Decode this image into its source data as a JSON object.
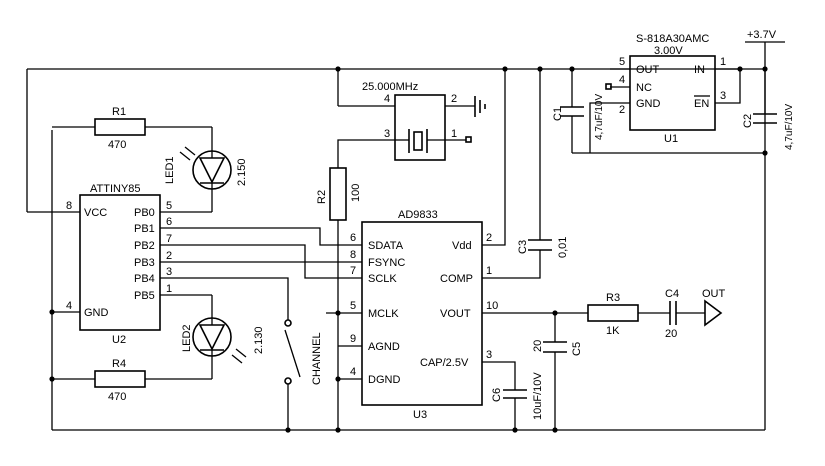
{
  "supply": {
    "vplus": "+3.7V"
  },
  "u1": {
    "part": "S-818A30AMC",
    "voltage": "3.00V",
    "ref": "U1",
    "pins": {
      "out": "OUT",
      "nc": "NC",
      "gnd": "GND",
      "in": "IN",
      "en": "EN"
    },
    "pin_nums": {
      "out": "5",
      "nc": "4",
      "gnd": "2",
      "in": "1",
      "en": "3"
    }
  },
  "crystal": {
    "freq": "25.000MHz",
    "pin4": "4",
    "pin2": "2",
    "pin3": "3",
    "pin1": "1"
  },
  "attiny": {
    "part": "ATTINY85",
    "ref": "U2",
    "pins": [
      "VCC",
      "GND",
      "PB0",
      "PB1",
      "PB2",
      "PB3",
      "PB4",
      "PB5"
    ],
    "pin_nums": {
      "vcc": "8",
      "gnd": "4",
      "pb0": "5",
      "pb1": "6",
      "pb2": "7",
      "pb3": "2",
      "pb4": "3",
      "pb5": "1"
    }
  },
  "ad": {
    "part": "AD9833",
    "ref": "U3",
    "pins": {
      "sdata": "SDATA",
      "fsync": "FSYNC",
      "sclk": "SCLK",
      "mclk": "MCLK",
      "agnd": "AGND",
      "dgnd": "DGND",
      "vdd": "Vdd",
      "comp": "COMP",
      "vout": "VOUT",
      "cap": "CAP/2.5V"
    },
    "pin_nums": {
      "sdata": "6",
      "fsync": "8",
      "sclk": "7",
      "mclk": "5",
      "agnd": "9",
      "dgnd": "4",
      "vdd": "2",
      "comp": "1",
      "vout": "10",
      "cap": "3"
    }
  },
  "parts": {
    "r1": {
      "ref": "R1",
      "val": "470"
    },
    "r2": {
      "ref": "R2",
      "val": "100"
    },
    "r3": {
      "ref": "R3",
      "val": "1K"
    },
    "r4": {
      "ref": "R4",
      "val": "470"
    },
    "led1": {
      "ref": "LED1",
      "val": "2.150"
    },
    "led2": {
      "ref": "LED2",
      "val": "2.130"
    },
    "c1": {
      "ref": "C1",
      "val": "4,7uF/10V"
    },
    "c2": {
      "ref": "C2",
      "val": "4,7uF/10V"
    },
    "c3": {
      "ref": "C3",
      "val": "0,01"
    },
    "c4": {
      "ref": "C4",
      "val": "20"
    },
    "c5": {
      "ref": "C5",
      "val": "20"
    },
    "c6": {
      "ref": "C6",
      "val": "10uF/10V"
    },
    "sw": {
      "label": "CHANNEL"
    },
    "out": {
      "label": "OUT"
    }
  }
}
